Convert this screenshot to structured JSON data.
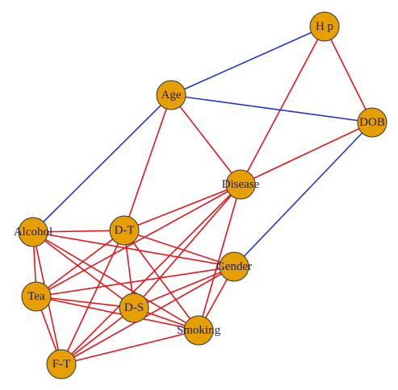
{
  "graph": {
    "colors": {
      "background": "#ffffff",
      "node_fill": "#E69F00",
      "label": "#1a1a6e",
      "edge_positive": "#e8141b",
      "edge_negative": "#1f35d6"
    },
    "nodes": [
      {
        "id": "hp",
        "label": "H p"
      },
      {
        "id": "age",
        "label": "Age"
      },
      {
        "id": "dob",
        "label": "DOB"
      },
      {
        "id": "disease",
        "label": "Disease"
      },
      {
        "id": "alcohol",
        "label": "Alcohol"
      },
      {
        "id": "dt",
        "label": "D-T"
      },
      {
        "id": "gender",
        "label": "Gender"
      },
      {
        "id": "tea",
        "label": "Tea"
      },
      {
        "id": "ds",
        "label": "D-S"
      },
      {
        "id": "smoking",
        "label": "Smoking"
      },
      {
        "id": "ft",
        "label": "F-T"
      }
    ],
    "edges": [
      {
        "from": "hp",
        "to": "age",
        "color": "blue"
      },
      {
        "from": "hp",
        "to": "dob",
        "color": "red"
      },
      {
        "from": "hp",
        "to": "disease",
        "color": "red"
      },
      {
        "from": "age",
        "to": "dob",
        "color": "blue"
      },
      {
        "from": "age",
        "to": "alcohol",
        "color": "blue"
      },
      {
        "from": "age",
        "to": "dt",
        "color": "red"
      },
      {
        "from": "age",
        "to": "disease",
        "color": "red"
      },
      {
        "from": "dob",
        "to": "disease",
        "color": "red"
      },
      {
        "from": "dob",
        "to": "gender",
        "color": "blue"
      },
      {
        "from": "disease",
        "to": "dt",
        "color": "red"
      },
      {
        "from": "disease",
        "to": "tea",
        "color": "red"
      },
      {
        "from": "disease",
        "to": "ds",
        "color": "red"
      },
      {
        "from": "disease",
        "to": "smoking",
        "color": "red"
      },
      {
        "from": "disease",
        "to": "ft",
        "color": "red"
      },
      {
        "from": "alcohol",
        "to": "dt",
        "color": "red"
      },
      {
        "from": "alcohol",
        "to": "gender",
        "color": "red"
      },
      {
        "from": "alcohol",
        "to": "tea",
        "color": "red"
      },
      {
        "from": "alcohol",
        "to": "ds",
        "color": "red"
      },
      {
        "from": "alcohol",
        "to": "smoking",
        "color": "red"
      },
      {
        "from": "alcohol",
        "to": "ft",
        "color": "red"
      },
      {
        "from": "dt",
        "to": "gender",
        "color": "red"
      },
      {
        "from": "dt",
        "to": "tea",
        "color": "red"
      },
      {
        "from": "dt",
        "to": "ds",
        "color": "red"
      },
      {
        "from": "dt",
        "to": "smoking",
        "color": "red"
      },
      {
        "from": "dt",
        "to": "ft",
        "color": "red"
      },
      {
        "from": "gender",
        "to": "tea",
        "color": "red"
      },
      {
        "from": "gender",
        "to": "ds",
        "color": "red"
      },
      {
        "from": "gender",
        "to": "smoking",
        "color": "red"
      },
      {
        "from": "gender",
        "to": "ft",
        "color": "red"
      },
      {
        "from": "tea",
        "to": "ds",
        "color": "red"
      },
      {
        "from": "tea",
        "to": "smoking",
        "color": "red"
      },
      {
        "from": "tea",
        "to": "ft",
        "color": "red"
      },
      {
        "from": "ds",
        "to": "smoking",
        "color": "red"
      },
      {
        "from": "ds",
        "to": "ft",
        "color": "red"
      },
      {
        "from": "smoking",
        "to": "ft",
        "color": "red"
      }
    ]
  }
}
